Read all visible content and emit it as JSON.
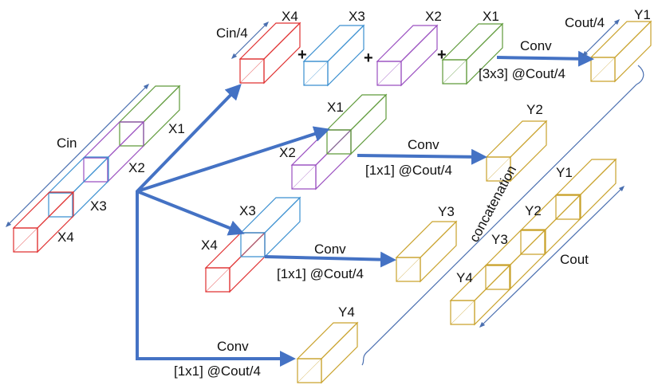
{
  "colors": {
    "x4": "#e03030",
    "x3": "#3a8fd0",
    "x2": "#9a4fc0",
    "x1": "#5f9a3a",
    "y": "#c9a22c",
    "arrow": "#4472c4",
    "dim": "#4a6fb0"
  },
  "labels": {
    "cin": "Cin",
    "cin_quarter": "Cin/4",
    "cout": "Cout",
    "cout_quarter": "Cout/4",
    "concat": "concatenation",
    "x1": "X1",
    "x2": "X2",
    "x3": "X3",
    "x4": "X4",
    "y1": "Y1",
    "y2": "Y2",
    "y3": "Y3",
    "y4": "Y4",
    "plus": "+"
  },
  "convs": {
    "top": {
      "name": "Conv",
      "spec": "[3x3] @Cout/4"
    },
    "second": {
      "name": "Conv",
      "spec": "[1x1] @Cout/4"
    },
    "third": {
      "name": "Conv",
      "spec": "[1x1] @Cout/4"
    },
    "bottom": {
      "name": "Conv",
      "spec": "[1x1] @Cout/4"
    }
  }
}
